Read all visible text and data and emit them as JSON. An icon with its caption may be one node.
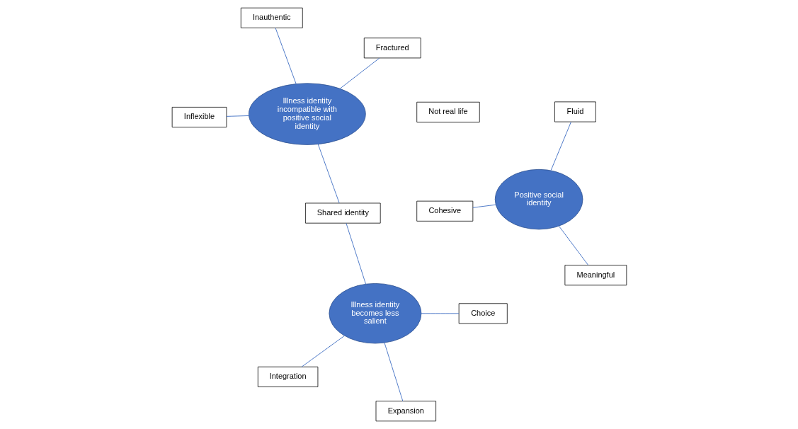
{
  "diagram": {
    "nodes": [
      {
        "text": [
          "Illness identity incompatible with positive social identity"
        ]
      },
      {
        "text": [
          "Fractured"
        ]
      },
      {
        "text": [
          "Inflexible"
        ]
      },
      {
        "text": [
          "Inauthentic"
        ]
      },
      {
        "text": [
          "Shared identity"
        ]
      },
      {
        "text": [
          "Illness identity becomes less salient"
        ]
      },
      {
        "text": [
          "Integration"
        ]
      },
      {
        "text": [
          "Choice"
        ]
      },
      {
        "text": [
          "Not real life"
        ]
      },
      {
        "text": [
          "Expansion"
        ]
      },
      {
        "text": [
          "Cohesive"
        ]
      },
      {
        "text": [
          "Positive social identity"
        ]
      },
      {
        "text": [
          "Meaningful"
        ]
      },
      {
        "text": [
          "Fluid"
        ]
      }
    ],
    "edges": [
      {
        "from": 0,
        "to": 1,
        "arrow": "none"
      },
      {
        "from": 0,
        "to": 2,
        "arrow": "none"
      },
      {
        "from": 0,
        "to": 3,
        "arrow": "none"
      },
      {
        "from": 0,
        "to": 4,
        "arrow": "none"
      },
      {
        "from": 4,
        "to": 5,
        "arrow": "none"
      },
      {
        "from": 5,
        "to": 6,
        "arrow": "none"
      },
      {
        "from": 5,
        "to": 7,
        "arrow": "none"
      },
      {
        "from": 5,
        "to": 9,
        "arrow": "none"
      },
      {
        "from": 11,
        "to": 10,
        "arrow": "none"
      },
      {
        "from": 11,
        "to": 12,
        "arrow": "none"
      },
      {
        "from": 11,
        "to": 13,
        "arrow": "none"
      }
    ]
  }
}
